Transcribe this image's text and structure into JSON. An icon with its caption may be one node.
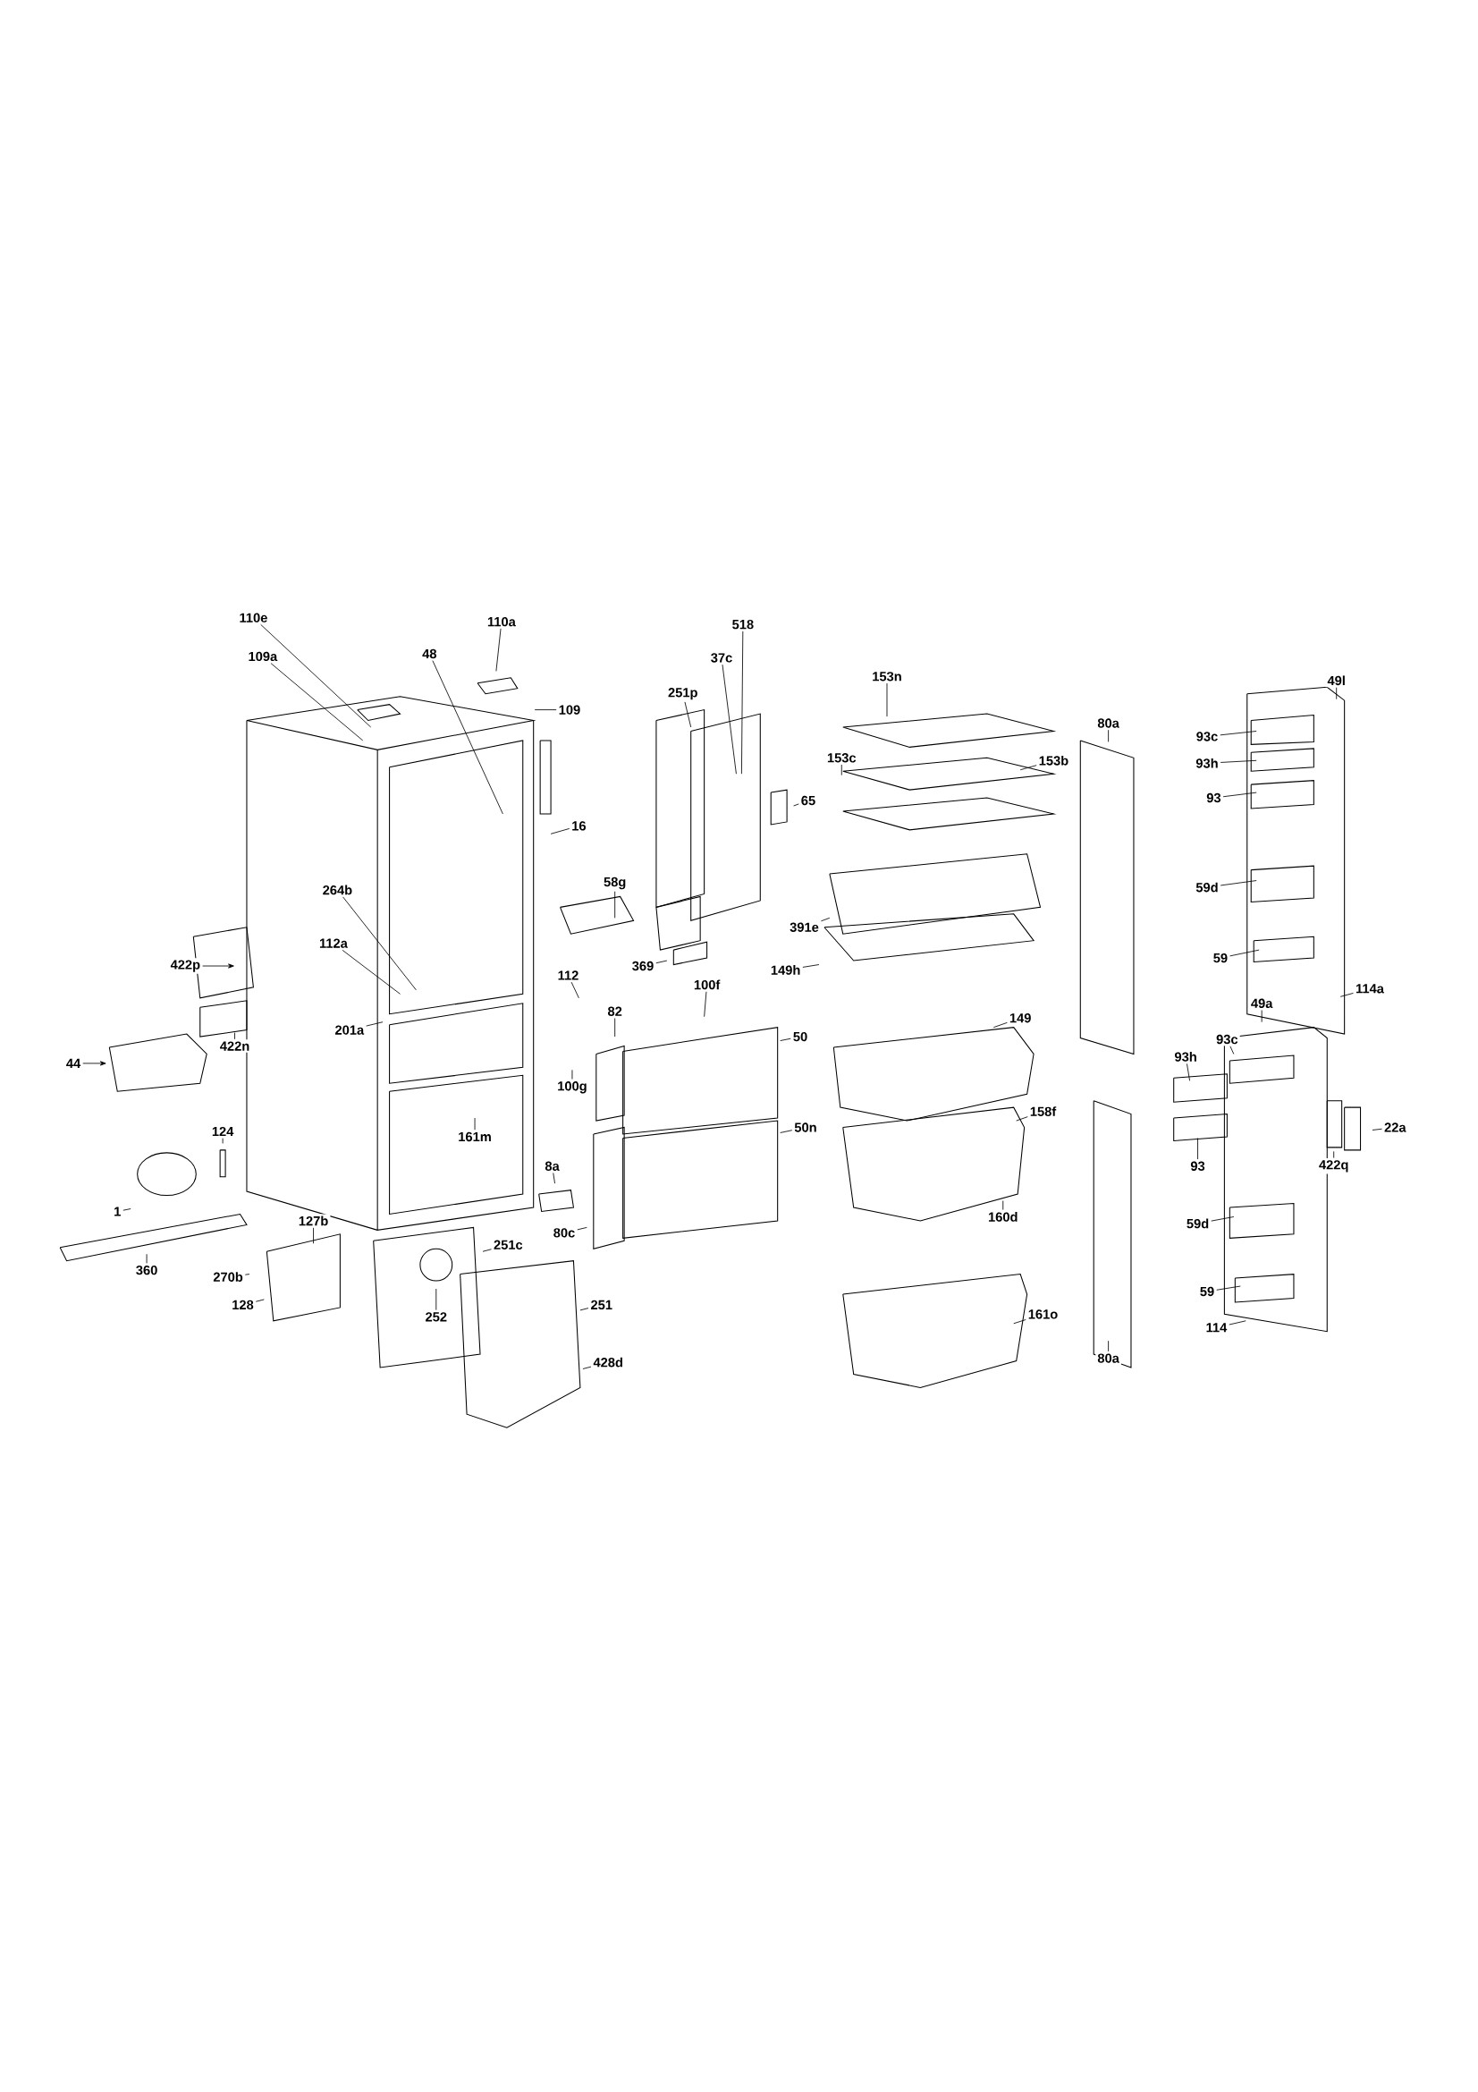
{
  "diagram": {
    "nodes": [
      {
        "text": [
          "110e"
        ]
      },
      {
        "text": [
          "109a"
        ]
      },
      {
        "text": [
          "110a"
        ]
      },
      {
        "text": [
          "48"
        ]
      },
      {
        "text": [
          "109"
        ]
      },
      {
        "text": [
          "518"
        ]
      },
      {
        "text": [
          "37c"
        ]
      },
      {
        "text": [
          "251p"
        ]
      },
      {
        "text": [
          "153n"
        ]
      },
      {
        "text": [
          "16"
        ]
      },
      {
        "text": [
          "153c"
        ]
      },
      {
        "text": [
          "153b"
        ]
      },
      {
        "text": [
          "65"
        ]
      },
      {
        "text": [
          "58g"
        ]
      },
      {
        "text": [
          "391e"
        ]
      },
      {
        "text": [
          "264b"
        ]
      },
      {
        "text": [
          "112a"
        ]
      },
      {
        "text": [
          "422p"
        ]
      },
      {
        "text": [
          "369"
        ]
      },
      {
        "text": [
          "149h"
        ]
      },
      {
        "text": [
          "112"
        ]
      },
      {
        "text": [
          "201a"
        ]
      },
      {
        "text": [
          "100f"
        ]
      },
      {
        "text": [
          "82"
        ]
      },
      {
        "text": [
          "50"
        ]
      },
      {
        "text": [
          "149"
        ]
      },
      {
        "text": [
          "422n"
        ]
      },
      {
        "text": [
          "44"
        ]
      },
      {
        "text": [
          "100g"
        ]
      },
      {
        "text": [
          "161m"
        ]
      },
      {
        "text": [
          "158f"
        ]
      },
      {
        "text": [
          "50n"
        ]
      },
      {
        "text": [
          "124"
        ]
      },
      {
        "text": [
          "8a"
        ]
      },
      {
        "text": [
          "1"
        ]
      },
      {
        "text": [
          "127b"
        ]
      },
      {
        "text": [
          "80c"
        ]
      },
      {
        "text": [
          "160d"
        ]
      },
      {
        "text": [
          "251c"
        ]
      },
      {
        "text": [
          "360"
        ]
      },
      {
        "text": [
          "270b"
        ]
      },
      {
        "text": [
          "252"
        ]
      },
      {
        "text": [
          "128"
        ]
      },
      {
        "text": [
          "251"
        ]
      },
      {
        "text": [
          "161o"
        ]
      },
      {
        "text": [
          "428d"
        ]
      },
      {
        "text": [
          "80a"
        ]
      },
      {
        "text": [
          "49l"
        ]
      },
      {
        "text": [
          "93c"
        ]
      },
      {
        "text": [
          "93h"
        ]
      },
      {
        "text": [
          "93"
        ]
      },
      {
        "text": [
          "59d"
        ]
      },
      {
        "text": [
          "59"
        ]
      },
      {
        "text": [
          "114a"
        ]
      },
      {
        "text": [
          "49a"
        ]
      },
      {
        "text": [
          "93c"
        ]
      },
      {
        "text": [
          "93h"
        ]
      },
      {
        "text": [
          "22a"
        ]
      },
      {
        "text": [
          "93"
        ]
      },
      {
        "text": [
          "422q"
        ]
      },
      {
        "text": [
          "59d"
        ]
      },
      {
        "text": [
          "59"
        ]
      },
      {
        "text": [
          "114"
        ]
      },
      {
        "text": [
          "80a"
        ]
      }
    ],
    "edges": [
      {
        "from": 0,
        "to": null,
        "arrow": "none"
      },
      {
        "from": 1,
        "to": null,
        "arrow": "none"
      },
      {
        "from": 2,
        "to": null,
        "arrow": "none"
      },
      {
        "from": 3,
        "to": null,
        "arrow": "none"
      },
      {
        "from": 4,
        "to": null,
        "arrow": "none"
      },
      {
        "from": 5,
        "to": null,
        "arrow": "none"
      },
      {
        "from": 6,
        "to": null,
        "arrow": "none"
      },
      {
        "from": 7,
        "to": null,
        "arrow": "none"
      },
      {
        "from": 8,
        "to": null,
        "arrow": "none"
      },
      {
        "from": 9,
        "to": null,
        "arrow": "none"
      },
      {
        "from": 10,
        "to": null,
        "arrow": "none"
      },
      {
        "from": 11,
        "to": null,
        "arrow": "none"
      },
      {
        "from": 12,
        "to": null,
        "arrow": "none"
      },
      {
        "from": 13,
        "to": null,
        "arrow": "none"
      },
      {
        "from": 14,
        "to": null,
        "arrow": "none"
      },
      {
        "from": 15,
        "to": null,
        "arrow": "none"
      },
      {
        "from": 16,
        "to": null,
        "arrow": "none"
      },
      {
        "from": 17,
        "to": null,
        "arrow": "to"
      },
      {
        "from": 18,
        "to": null,
        "arrow": "none"
      },
      {
        "from": 19,
        "to": null,
        "arrow": "none"
      },
      {
        "from": 20,
        "to": null,
        "arrow": "none"
      },
      {
        "from": 21,
        "to": null,
        "arrow": "none"
      },
      {
        "from": 22,
        "to": null,
        "arrow": "none"
      },
      {
        "from": 23,
        "to": null,
        "arrow": "none"
      },
      {
        "from": 24,
        "to": null,
        "arrow": "none"
      },
      {
        "from": 25,
        "to": null,
        "arrow": "none"
      },
      {
        "from": 26,
        "to": null,
        "arrow": "none"
      },
      {
        "from": 27,
        "to": null,
        "arrow": "to"
      },
      {
        "from": 28,
        "to": null,
        "arrow": "none"
      },
      {
        "from": 29,
        "to": null,
        "arrow": "none"
      },
      {
        "from": 30,
        "to": null,
        "arrow": "none"
      },
      {
        "from": 31,
        "to": null,
        "arrow": "none"
      },
      {
        "from": 32,
        "to": null,
        "arrow": "none"
      },
      {
        "from": 33,
        "to": null,
        "arrow": "none"
      },
      {
        "from": 34,
        "to": null,
        "arrow": "none"
      },
      {
        "from": 35,
        "to": null,
        "arrow": "none"
      },
      {
        "from": 36,
        "to": null,
        "arrow": "none"
      },
      {
        "from": 37,
        "to": null,
        "arrow": "none"
      },
      {
        "from": 38,
        "to": null,
        "arrow": "none"
      },
      {
        "from": 39,
        "to": null,
        "arrow": "none"
      },
      {
        "from": 40,
        "to": null,
        "arrow": "none"
      },
      {
        "from": 41,
        "to": null,
        "arrow": "none"
      },
      {
        "from": 42,
        "to": null,
        "arrow": "none"
      },
      {
        "from": 43,
        "to": null,
        "arrow": "none"
      },
      {
        "from": 44,
        "to": null,
        "arrow": "none"
      },
      {
        "from": 45,
        "to": null,
        "arrow": "none"
      },
      {
        "from": 46,
        "to": null,
        "arrow": "none"
      },
      {
        "from": 47,
        "to": null,
        "arrow": "none"
      },
      {
        "from": 48,
        "to": null,
        "arrow": "none"
      },
      {
        "from": 49,
        "to": null,
        "arrow": "none"
      },
      {
        "from": 50,
        "to": null,
        "arrow": "none"
      },
      {
        "from": 51,
        "to": null,
        "arrow": "none"
      },
      {
        "from": 52,
        "to": null,
        "arrow": "none"
      },
      {
        "from": 53,
        "to": null,
        "arrow": "none"
      },
      {
        "from": 54,
        "to": null,
        "arrow": "none"
      },
      {
        "from": 55,
        "to": null,
        "arrow": "none"
      },
      {
        "from": 56,
        "to": null,
        "arrow": "none"
      },
      {
        "from": 57,
        "to": null,
        "arrow": "none"
      },
      {
        "from": 58,
        "to": null,
        "arrow": "none"
      },
      {
        "from": 59,
        "to": null,
        "arrow": "none"
      },
      {
        "from": 60,
        "to": null,
        "arrow": "none"
      },
      {
        "from": 61,
        "to": null,
        "arrow": "none"
      },
      {
        "from": 62,
        "to": null,
        "arrow": "none"
      },
      {
        "from": 63,
        "to": null,
        "arrow": "none"
      }
    ]
  }
}
